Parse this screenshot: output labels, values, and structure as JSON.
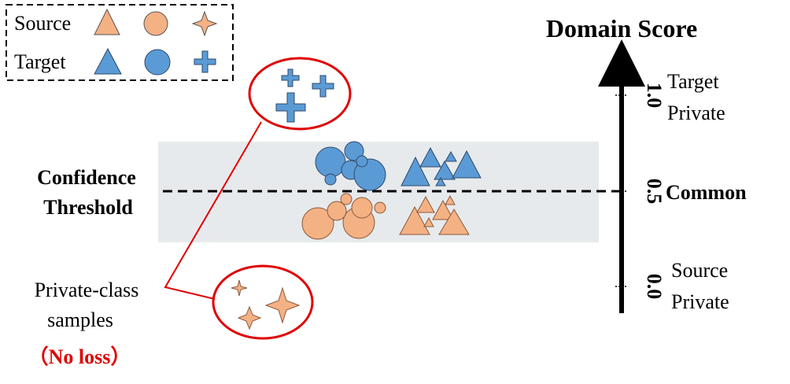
{
  "legend": {
    "rows": [
      {
        "label": "Source",
        "color": "#f4b184",
        "shapes": [
          "triangle-icon",
          "circle-icon",
          "star-icon"
        ]
      },
      {
        "label": "Target",
        "color": "#5b9bd5",
        "shapes": [
          "triangle-icon",
          "circle-icon",
          "plus-icon"
        ]
      }
    ]
  },
  "axis": {
    "title": "Domain Score",
    "ticks": [
      "1.0",
      "0.5",
      "0.0"
    ],
    "region_labels": {
      "target_private_line1": "Target",
      "target_private_line2": "Private",
      "common": "Common",
      "source_private_line1": "Source",
      "source_private_line2": "Private"
    }
  },
  "threshold": {
    "line1": "Confidence",
    "line2": "Threshold"
  },
  "private_callout": {
    "line1": "Private-class",
    "line2": "samples",
    "note": "（No loss）",
    "note_color": "#e00000"
  },
  "colors": {
    "source_fill": "#f4b184",
    "target_fill": "#5b9bd5",
    "band": "#e7eaec",
    "callout": "#e00000"
  }
}
